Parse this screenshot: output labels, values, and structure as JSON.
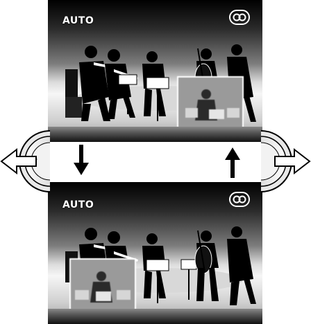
{
  "screens": [
    {
      "mode_label": "AUTO",
      "pip_position": "bottom-right"
    },
    {
      "mode_label": "AUTO",
      "pip_position": "bottom-left"
    }
  ],
  "icons": {
    "pip_badge": "circle-pair-icon",
    "left_dial": "rewind-dial-icon",
    "right_dial": "fast-forward-dial-icon",
    "down_arrow": "arrow-down-icon",
    "up_arrow": "arrow-up-icon"
  },
  "colors": {
    "screen_dark": "#000000",
    "screen_light": "#f6f6f6",
    "text": "#ffffff"
  }
}
